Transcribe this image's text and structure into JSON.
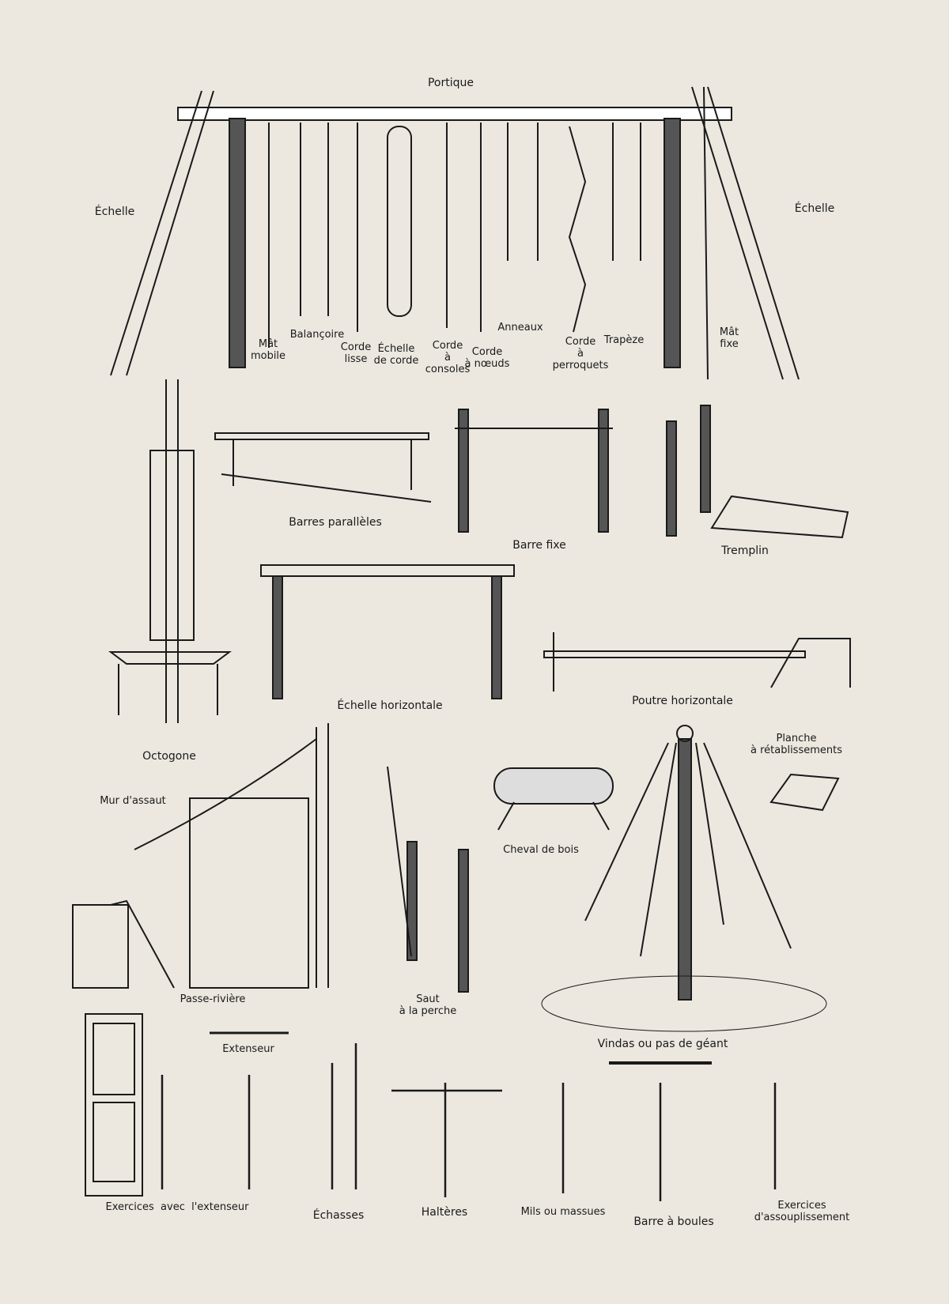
{
  "labels": {
    "portique": "Portique",
    "echelle_left": "Échelle",
    "echelle_right": "Échelle",
    "mat_mobile": "Mât\nmobile",
    "balancoire": "Balançoire",
    "corde_lisse": "Corde\nlisse",
    "echelle_de_corde": "Échelle\nde corde",
    "corde_a_consoles": "Corde\nà\nconsoles",
    "corde_a_noeuds": "Corde\nà nœuds",
    "anneaux": "Anneaux",
    "corde_a_perroquets": "Corde\nà\nperroquets",
    "trapeze": "Trapèze",
    "mat_fixe": "Mât\nfixe",
    "barres_paralleles": "Barres parallèles",
    "barre_fixe": "Barre fixe",
    "tremplin": "Tremplin",
    "octogone": "Octogone",
    "echelle_horizontale": "Échelle horizontale",
    "poutre_horizontale": "Poutre horizontale",
    "planche": "Planche\nà rétablissements",
    "mur_dassaut": "Mur d'assaut",
    "cheval_de_bois": "Cheval de bois",
    "passe_riviere": "Passe-rivière",
    "saut_a_la_perche": "Saut\nà la perche",
    "vindas": "Vindas ou pas de géant",
    "extenseur": "Extenseur",
    "exercices_extenseur": "Exercices  avec  l'extenseur",
    "echasses": "Échasses",
    "halteres": "Haltères",
    "mils": "Mils ou massues",
    "barre_a_boules": "Barre à boules",
    "assouplissement": "Exercices\nd'assouplissement"
  },
  "colors": {
    "paper": "#ece8df",
    "ink": "#1a1a1a"
  }
}
